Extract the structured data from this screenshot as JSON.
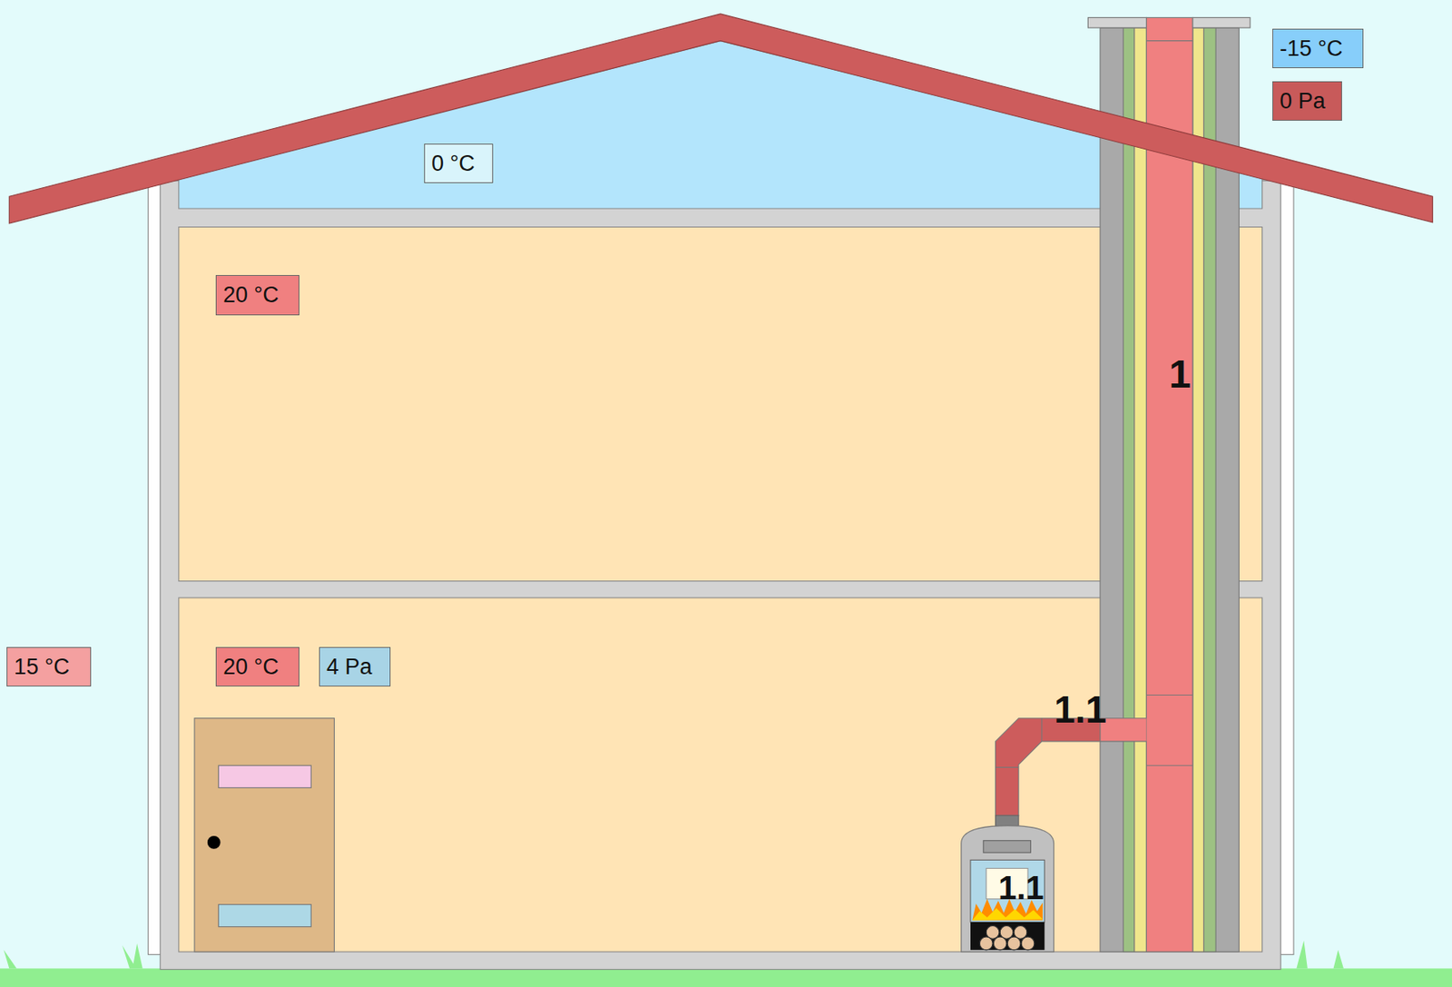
{
  "diagram": {
    "nodes": [
      {
        "text": [
          "-15 °C"
        ]
      },
      {
        "text": [
          "0 Pa"
        ]
      },
      {
        "text": [
          "0 °C"
        ]
      },
      {
        "text": [
          "20 °C"
        ]
      },
      {
        "text": [
          "15 °C"
        ]
      },
      {
        "text": [
          "20 °C"
        ]
      },
      {
        "text": [
          "4 Pa"
        ]
      }
    ],
    "labels": [
      "1",
      "1.1",
      "1.1"
    ]
  }
}
